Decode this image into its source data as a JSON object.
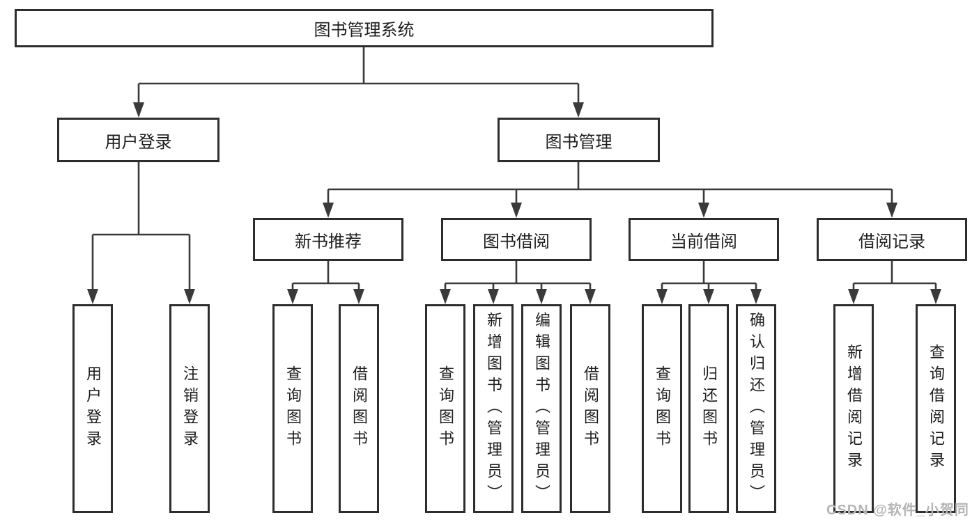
{
  "diagram_title": "图书管理系统",
  "watermark": {
    "text": "CSDN @软件_小贺同学"
  },
  "colors": {
    "line": "#3a3a3a",
    "box_border": "#2d2d2d",
    "text": "#1e1e1e",
    "background": "#ffffff",
    "watermark": "#b5b5b5"
  },
  "tree": {
    "root": {
      "label": "图书管理系统"
    },
    "branches": [
      {
        "label": "用户登录",
        "children": [
          {
            "label": "用户登录"
          },
          {
            "label": "注销登录"
          }
        ]
      },
      {
        "label": "图书管理",
        "groups": [
          {
            "label": "新书推荐",
            "children": [
              {
                "label": "查询图书"
              },
              {
                "label": "借阅图书"
              }
            ]
          },
          {
            "label": "图书借阅",
            "children": [
              {
                "label": "查询图书"
              },
              {
                "label": "新增图书（管理员）"
              },
              {
                "label": "编辑图书（管理员）"
              },
              {
                "label": "借阅图书"
              }
            ]
          },
          {
            "label": "当前借阅",
            "children": [
              {
                "label": "查询图书"
              },
              {
                "label": "归还图书"
              },
              {
                "label": "确认归还（管理员）"
              }
            ]
          },
          {
            "label": "借阅记录",
            "children": [
              {
                "label": "新增借阅记录"
              },
              {
                "label": "查询借阅记录"
              }
            ]
          }
        ]
      }
    ]
  }
}
